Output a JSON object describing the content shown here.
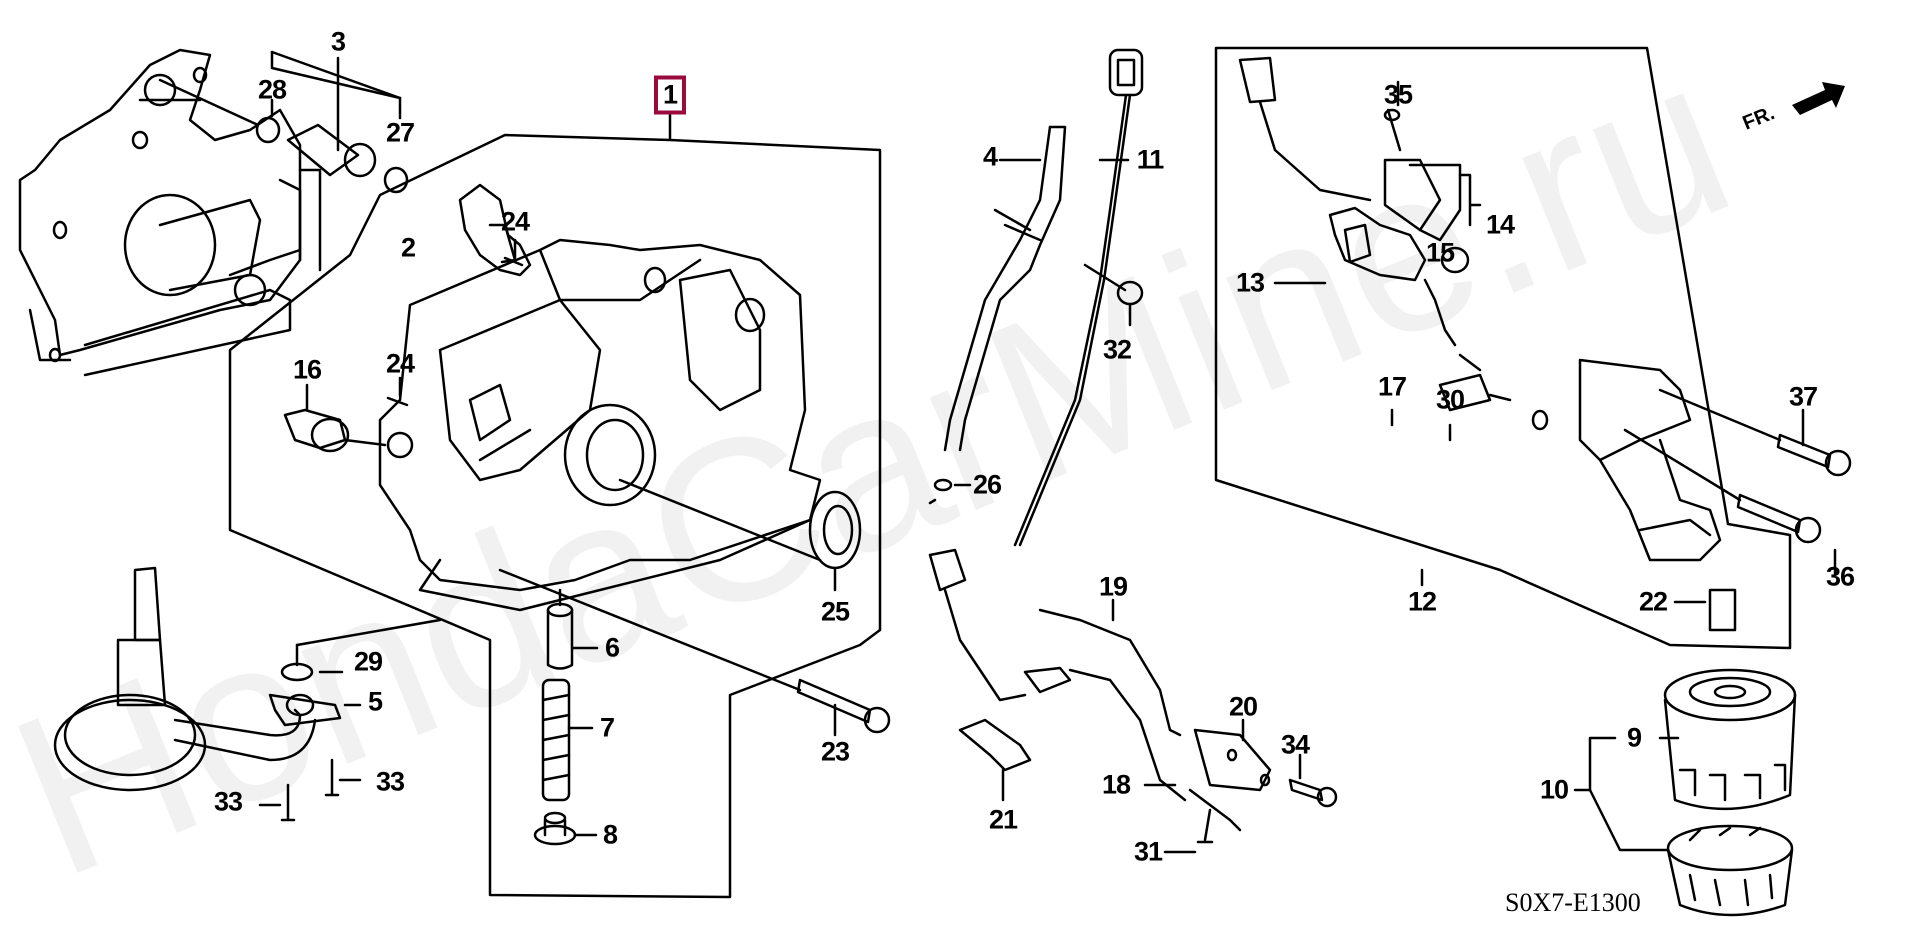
{
  "diagram": {
    "title": "Oil pump / oil strainer / oil filter exploded parts diagram",
    "diagram_code": "S0X7-E1300",
    "direction_indicator": "FR.",
    "watermark_text": "HondaCarMine.ru",
    "highlight_color": "#9b0a3c",
    "highlighted_part": "1",
    "part_labels": [
      {
        "id": "1",
        "text": "1",
        "highlighted": true
      },
      {
        "id": "2",
        "text": "2"
      },
      {
        "id": "3",
        "text": "3"
      },
      {
        "id": "4",
        "text": "4"
      },
      {
        "id": "5",
        "text": "5"
      },
      {
        "id": "6",
        "text": "6"
      },
      {
        "id": "7",
        "text": "7"
      },
      {
        "id": "8",
        "text": "8"
      },
      {
        "id": "9",
        "text": "9"
      },
      {
        "id": "10",
        "text": "10"
      },
      {
        "id": "11",
        "text": "11"
      },
      {
        "id": "12",
        "text": "12"
      },
      {
        "id": "13",
        "text": "13"
      },
      {
        "id": "14",
        "text": "14"
      },
      {
        "id": "15",
        "text": "15"
      },
      {
        "id": "16",
        "text": "16"
      },
      {
        "id": "17",
        "text": "17"
      },
      {
        "id": "18",
        "text": "18"
      },
      {
        "id": "19",
        "text": "19"
      },
      {
        "id": "20",
        "text": "20"
      },
      {
        "id": "21",
        "text": "21"
      },
      {
        "id": "22",
        "text": "22"
      },
      {
        "id": "23",
        "text": "23"
      },
      {
        "id": "24a",
        "text": "24"
      },
      {
        "id": "24b",
        "text": "24"
      },
      {
        "id": "25",
        "text": "25"
      },
      {
        "id": "26",
        "text": "26"
      },
      {
        "id": "27",
        "text": "27"
      },
      {
        "id": "28",
        "text": "28"
      },
      {
        "id": "29",
        "text": "29"
      },
      {
        "id": "30",
        "text": "30"
      },
      {
        "id": "31",
        "text": "31"
      },
      {
        "id": "32",
        "text": "32"
      },
      {
        "id": "33a",
        "text": "33"
      },
      {
        "id": "33b",
        "text": "33"
      },
      {
        "id": "34",
        "text": "34"
      },
      {
        "id": "35",
        "text": "35"
      },
      {
        "id": "36",
        "text": "36"
      },
      {
        "id": "37",
        "text": "37"
      }
    ]
  }
}
